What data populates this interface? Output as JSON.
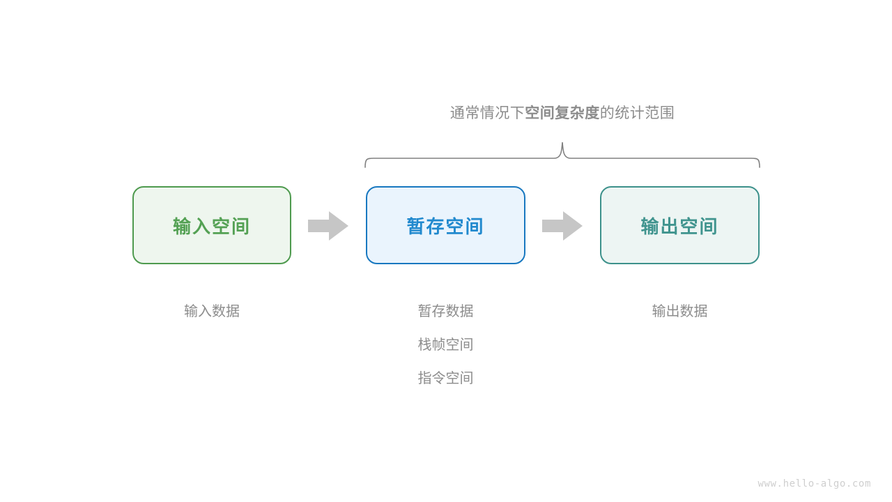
{
  "diagram": {
    "brace_caption": {
      "lead": "通常情况下",
      "strong": "空间复杂度",
      "tail": "的统计范围"
    },
    "boxes": [
      {
        "key": "input",
        "label": "输入空间",
        "border_color": "#4e9a4e",
        "fill_color": "#eef6ee",
        "text_color": "#54a154"
      },
      {
        "key": "buffer",
        "label": "暂存空间",
        "border_color": "#1878c0",
        "fill_color": "#eaf4fd",
        "text_color": "#2189ce"
      },
      {
        "key": "output",
        "label": "输出空间",
        "border_color": "#3d918b",
        "fill_color": "#edf5f3",
        "text_color": "#40948e"
      }
    ],
    "arrows": [
      {
        "key": "arrow-1",
        "icon": "right-arrow-icon",
        "color": "#c6c6c6"
      },
      {
        "key": "arrow-2",
        "icon": "right-arrow-icon",
        "color": "#c6c6c6"
      }
    ],
    "captions": {
      "input": [
        "输入数据"
      ],
      "buffer": [
        "暂存数据",
        "栈帧空间",
        "指令空间"
      ],
      "output": [
        "输出数据"
      ]
    },
    "brace": {
      "icon": "curly-brace-icon",
      "color": "#808080",
      "spans_from": "buffer",
      "spans_to": "output"
    },
    "watermark": "www.hello-algo.com",
    "colors": {
      "background": "#ffffff",
      "muted_text": "#8c8c8c",
      "watermark_text": "#cfcfcf"
    }
  }
}
